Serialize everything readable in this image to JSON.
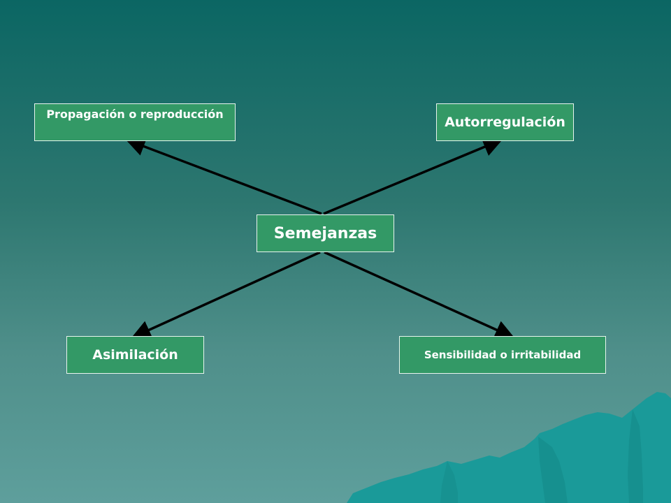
{
  "diagram": {
    "center": {
      "label": "Semejanzas"
    },
    "nodes": {
      "top_left": {
        "label": "Propagación o reproducción"
      },
      "top_right": {
        "label": "Autorregulación"
      },
      "bottom_left": {
        "label": "Asimilación"
      },
      "bottom_right": {
        "label": "Sensibilidad o irritabilidad"
      }
    }
  },
  "colors": {
    "background_top": "#0b6663",
    "background_bottom": "#5e9f9c",
    "node_fill": "#339966",
    "node_border": "#e8f4ee",
    "arrow": "#000000",
    "mountain": "#1a9a99"
  }
}
